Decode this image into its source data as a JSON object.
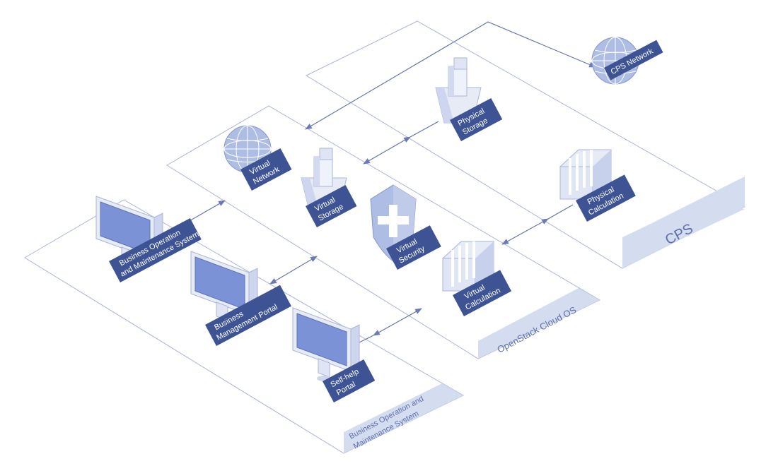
{
  "colors": {
    "accent": "#3e5394",
    "plane_stroke": "#aab6d8",
    "tab_fill": "#d4dcf0",
    "icon_light": "#e6ebf6",
    "icon_mid": "#aebde3",
    "screen": "#7c92d6"
  },
  "planes": {
    "cps": "CPS",
    "openstack": "OpenStack Cloud OS",
    "business_line1": "Business Operation and",
    "business_line2": "Maintenance System"
  },
  "components": {
    "cps_network": {
      "line1": "CPS Network",
      "icon": "globe-icon"
    },
    "physical_storage": {
      "line1": "Physical",
      "line2": "Storage",
      "icon": "storage-icon"
    },
    "physical_calculation": {
      "line1": "Physical",
      "line2": "Calculation",
      "icon": "server-icon"
    },
    "virtual_network": {
      "line1": "Virtual",
      "line2": "Network",
      "icon": "globe-icon"
    },
    "virtual_storage": {
      "line1": "Virtual",
      "line2": "Storage",
      "icon": "storage-icon"
    },
    "virtual_security": {
      "line1": "Virtual",
      "line2": "Security",
      "icon": "shield-icon"
    },
    "virtual_calculation": {
      "line1": "Virtual",
      "line2": "Calculation",
      "icon": "server-icon"
    },
    "bom_system": {
      "line1": "Business Operation",
      "line2": "and Maintenance System",
      "icon": "monitor-icon"
    },
    "business_portal": {
      "line1": "Business",
      "line2": "Management Portal",
      "icon": "monitor-icon"
    },
    "selfhelp_portal": {
      "line1": "Self-help",
      "line2": "Portal",
      "icon": "monitor-icon"
    }
  }
}
